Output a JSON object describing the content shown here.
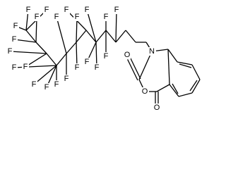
{
  "molecule": {
    "atoms": {
      "fluorine_symbol": "F",
      "oxygen_symbol": "O",
      "nitrogen_symbol": "N"
    }
  }
}
